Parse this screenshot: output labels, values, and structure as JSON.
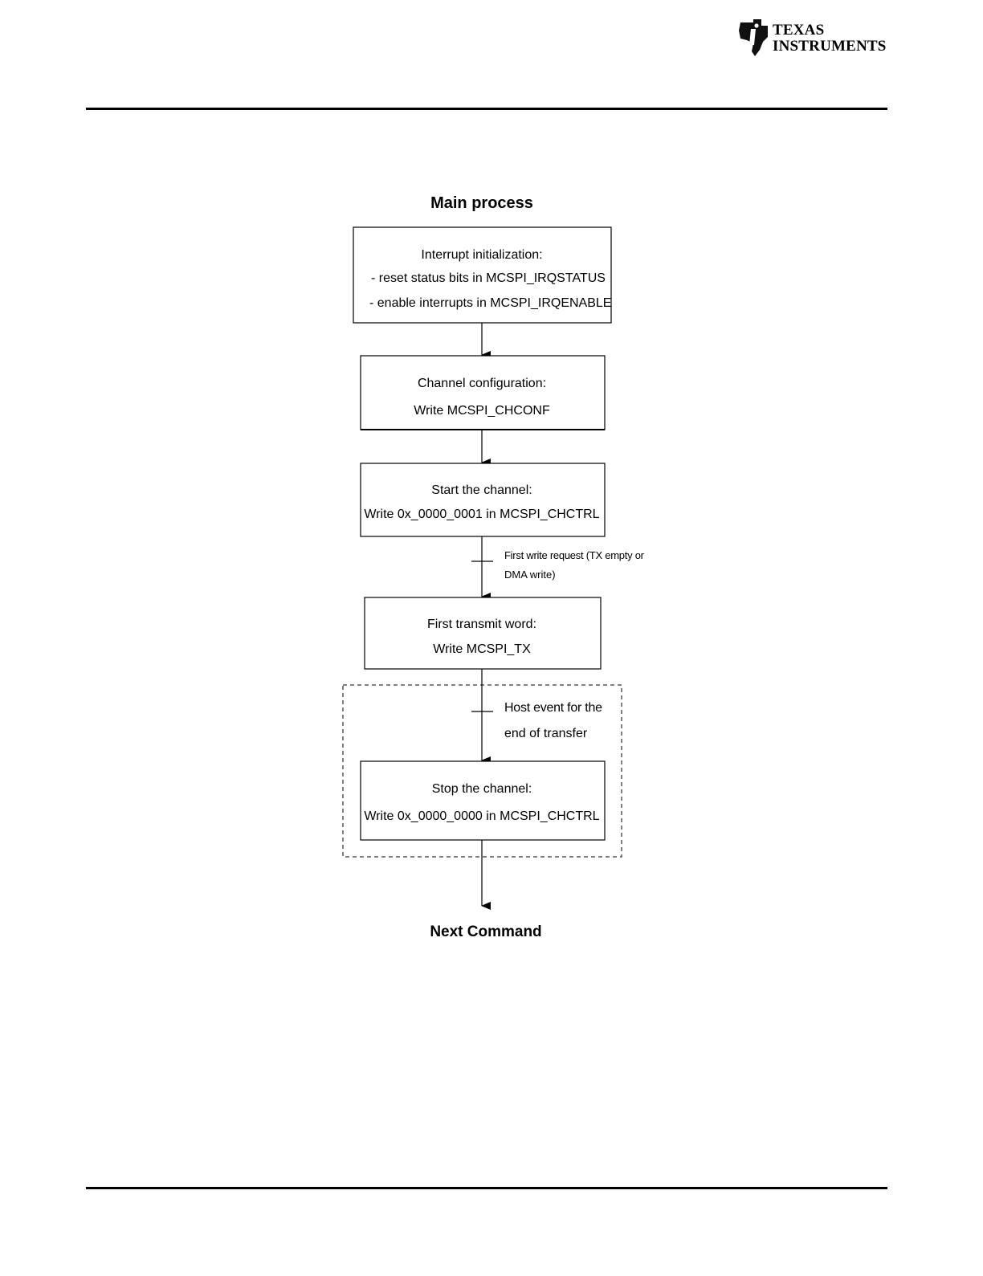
{
  "header": {
    "logo_line1": "Texas",
    "logo_line2": "Instruments"
  },
  "diagram": {
    "title": "Main process",
    "boxes": [
      {
        "id": "interrupt-init",
        "lines": [
          "Interrupt initialization:",
          "-  reset status bits in MCSPI_IRQSTATUS",
          "-  enable interrupts in MCSPI_IRQENABLE"
        ]
      },
      {
        "id": "channel-config",
        "lines": [
          "Channel configuration:",
          "Write MCSPI_CHCONF"
        ]
      },
      {
        "id": "start-channel",
        "lines": [
          "Start the channel:",
          "Write 0x_0000_0001 in MCSPI_CHCTRL"
        ]
      },
      {
        "id": "first-transmit",
        "lines": [
          "First transmit word:",
          "Write MCSPI_TX"
        ]
      },
      {
        "id": "stop-channel",
        "lines": [
          "Stop the channel:",
          "Write 0x_0000_0000 in MCSPI_CHCTRL"
        ]
      }
    ],
    "transitions": [
      {
        "id": "first-write-request",
        "lines": [
          "First write request (TX empty or",
          "DMA write)"
        ]
      },
      {
        "id": "host-event",
        "lines": [
          "Host event for the",
          "end of transfer"
        ]
      }
    ],
    "end_label": "Next Command"
  }
}
